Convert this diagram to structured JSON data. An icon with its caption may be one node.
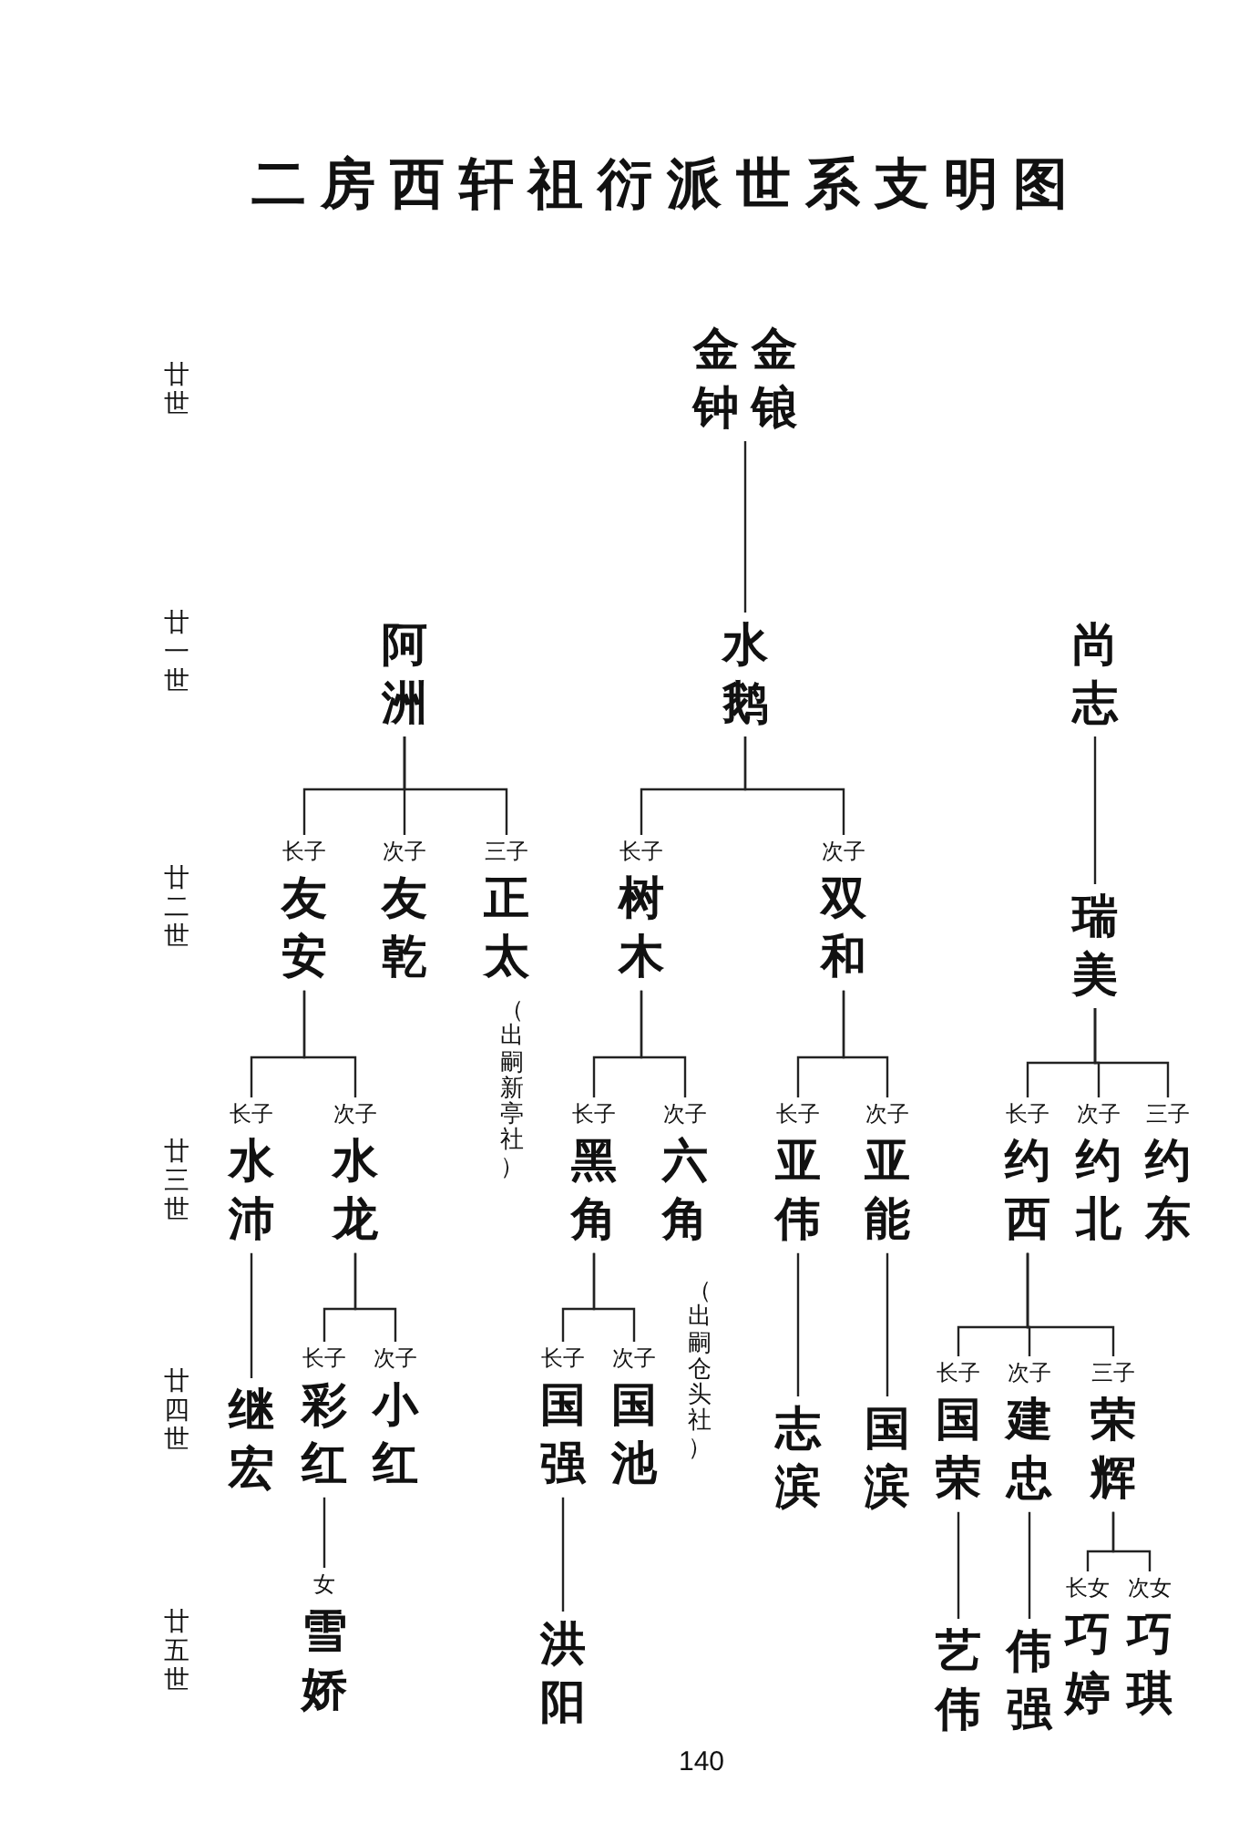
{
  "diagram": {
    "title": "二房西轩祖衍派世系支明图",
    "nodes": [
      {
        "text": [
          "金钟",
          "金锒"
        ]
      },
      {
        "text": [
          "阿洲"
        ]
      },
      {
        "text": [
          "水鹅"
        ]
      },
      {
        "text": [
          "尚志"
        ]
      },
      {
        "text": [
          "长子",
          "友安"
        ]
      },
      {
        "text": [
          "次子",
          "友乾"
        ]
      },
      {
        "text": [
          "三子",
          "正太"
        ],
        "beside": [
          "（出嗣新亭社）"
        ]
      },
      {
        "text": [
          "长子",
          "树木"
        ]
      },
      {
        "text": [
          "次子",
          "双和"
        ]
      },
      {
        "text": [
          "瑞美"
        ]
      },
      {
        "text": [
          "长子",
          "水沛"
        ]
      },
      {
        "text": [
          "次子",
          "水龙"
        ]
      },
      {
        "text": [
          "长子",
          "黑角"
        ]
      },
      {
        "text": [
          "次子",
          "六角"
        ],
        "beside": [
          "（出嗣仓头社）"
        ]
      },
      {
        "text": [
          "长子",
          "亚伟"
        ]
      },
      {
        "text": [
          "次子",
          "亚能"
        ]
      },
      {
        "text": [
          "长子",
          "约西"
        ]
      },
      {
        "text": [
          "次子",
          "约北"
        ]
      },
      {
        "text": [
          "三子",
          "约东"
        ]
      },
      {
        "text": [
          "继宏"
        ]
      },
      {
        "text": [
          "长子",
          "彩红"
        ]
      },
      {
        "text": [
          "次子",
          "小红"
        ]
      },
      {
        "text": [
          "长子",
          "国强"
        ]
      },
      {
        "text": [
          "次子",
          "国池"
        ]
      },
      {
        "text": [
          "志滨"
        ]
      },
      {
        "text": [
          "国滨"
        ]
      },
      {
        "text": [
          "长子",
          "国荣"
        ]
      },
      {
        "text": [
          "次子",
          "建忠"
        ]
      },
      {
        "text": [
          "三子",
          "荣辉"
        ]
      },
      {
        "text": [
          "女",
          "雪娇"
        ]
      },
      {
        "text": [
          "洪阳"
        ]
      },
      {
        "text": [
          "艺伟"
        ]
      },
      {
        "text": [
          "伟强"
        ]
      },
      {
        "text": [
          "长女",
          "巧婷"
        ]
      },
      {
        "text": [
          "次女",
          "巧琪"
        ]
      }
    ],
    "edges": [
      {
        "from": 0,
        "to": 2,
        "arrow": "none"
      },
      {
        "from": 1,
        "to": 4,
        "arrow": "none"
      },
      {
        "from": 1,
        "to": 5,
        "arrow": "none"
      },
      {
        "from": 1,
        "to": 6,
        "arrow": "none"
      },
      {
        "from": 2,
        "to": 7,
        "arrow": "none"
      },
      {
        "from": 2,
        "to": 8,
        "arrow": "none"
      },
      {
        "from": 3,
        "to": 9,
        "arrow": "none"
      },
      {
        "from": 4,
        "to": 10,
        "arrow": "none"
      },
      {
        "from": 4,
        "to": 11,
        "arrow": "none"
      },
      {
        "from": 7,
        "to": 12,
        "arrow": "none"
      },
      {
        "from": 7,
        "to": 13,
        "arrow": "none"
      },
      {
        "from": 8,
        "to": 14,
        "arrow": "none"
      },
      {
        "from": 8,
        "to": 15,
        "arrow": "none"
      },
      {
        "from": 9,
        "to": 16,
        "arrow": "none"
      },
      {
        "from": 9,
        "to": 17,
        "arrow": "none"
      },
      {
        "from": 9,
        "to": 18,
        "arrow": "none"
      },
      {
        "from": 10,
        "to": 19,
        "arrow": "none"
      },
      {
        "from": 11,
        "to": 20,
        "arrow": "none"
      },
      {
        "from": 11,
        "to": 21,
        "arrow": "none"
      },
      {
        "from": 12,
        "to": 22,
        "arrow": "none"
      },
      {
        "from": 12,
        "to": 23,
        "arrow": "none"
      },
      {
        "from": 14,
        "to": 24,
        "arrow": "none"
      },
      {
        "from": 15,
        "to": 25,
        "arrow": "none"
      },
      {
        "from": 16,
        "to": 26,
        "arrow": "none"
      },
      {
        "from": 16,
        "to": 27,
        "arrow": "none"
      },
      {
        "from": 16,
        "to": 28,
        "arrow": "none"
      },
      {
        "from": 20,
        "to": 29,
        "arrow": "none"
      },
      {
        "from": 22,
        "to": 30,
        "arrow": "none"
      },
      {
        "from": 26,
        "to": 31,
        "arrow": "none"
      },
      {
        "from": 27,
        "to": 32,
        "arrow": "none"
      },
      {
        "from": 28,
        "to": 33,
        "arrow": "none"
      },
      {
        "from": 28,
        "to": 34,
        "arrow": "none"
      }
    ],
    "labels": [
      "廿世",
      "廿一世",
      "廿二世",
      "廿三世",
      "廿四世",
      "廿五世",
      "140"
    ]
  }
}
